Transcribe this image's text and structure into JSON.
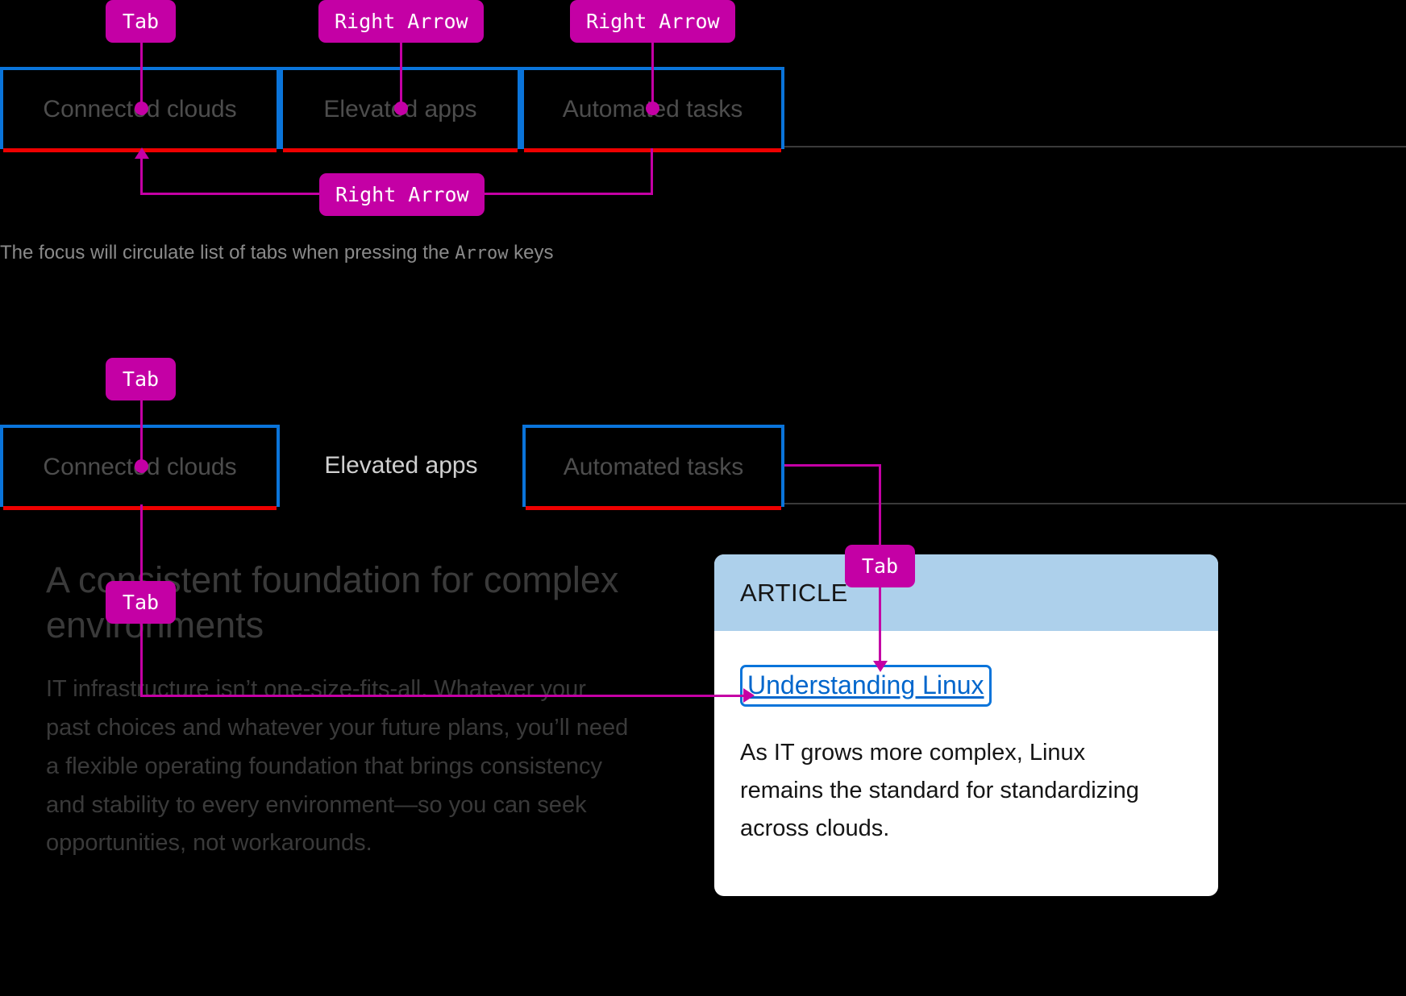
{
  "colors": {
    "background": "#000000",
    "badge": "#C400A5",
    "focus_blue": "#0A74DA",
    "active_red": "#EE0000",
    "card_header": "#ADD0EB",
    "link_blue": "#0066CC",
    "muted_text": "#4D4D4D"
  },
  "top_section": {
    "tabs": [
      {
        "label": "Connected clouds",
        "state": "focused-selected"
      },
      {
        "label": "Elevated apps",
        "state": "focused-selected"
      },
      {
        "label": "Automated tasks",
        "state": "focused-selected"
      }
    ],
    "callouts": [
      {
        "key": "Tab",
        "target": "Connected clouds"
      },
      {
        "key": "Right Arrow",
        "target": "Elevated apps"
      },
      {
        "key": "Right Arrow",
        "target": "Automated tasks"
      },
      {
        "key": "Right Arrow",
        "target": "Connected clouds (wrap around)"
      }
    ],
    "caption_before": "The focus will circulate list of tabs when pressing the ",
    "caption_mono": "Arrow",
    "caption_after": " keys"
  },
  "bottom_section": {
    "tabs": [
      {
        "label": "Connected clouds",
        "state": "focused-selected"
      },
      {
        "label": "Elevated apps",
        "state": "plain"
      },
      {
        "label": "Automated tasks",
        "state": "focused-selected"
      }
    ],
    "callouts": [
      {
        "key": "Tab",
        "target": "Connected clouds tab"
      },
      {
        "key": "Tab",
        "target": "body link"
      },
      {
        "key": "Tab",
        "target": "article card link"
      }
    ],
    "hero": {
      "heading": "A consistent foundation for complex environments",
      "body": "IT infrastructure isn’t one-size-fits-all. Whatever your past choices and whatever your future plans, you’ll need a flexible operating foundation that brings consistency and stability to every environment—so you can seek opportunities, not workarounds."
    },
    "card": {
      "eyebrow": "ARTICLE",
      "link": "Understanding Linux",
      "text": "As IT grows more complex, Linux remains the standard for standardizing across clouds."
    }
  }
}
